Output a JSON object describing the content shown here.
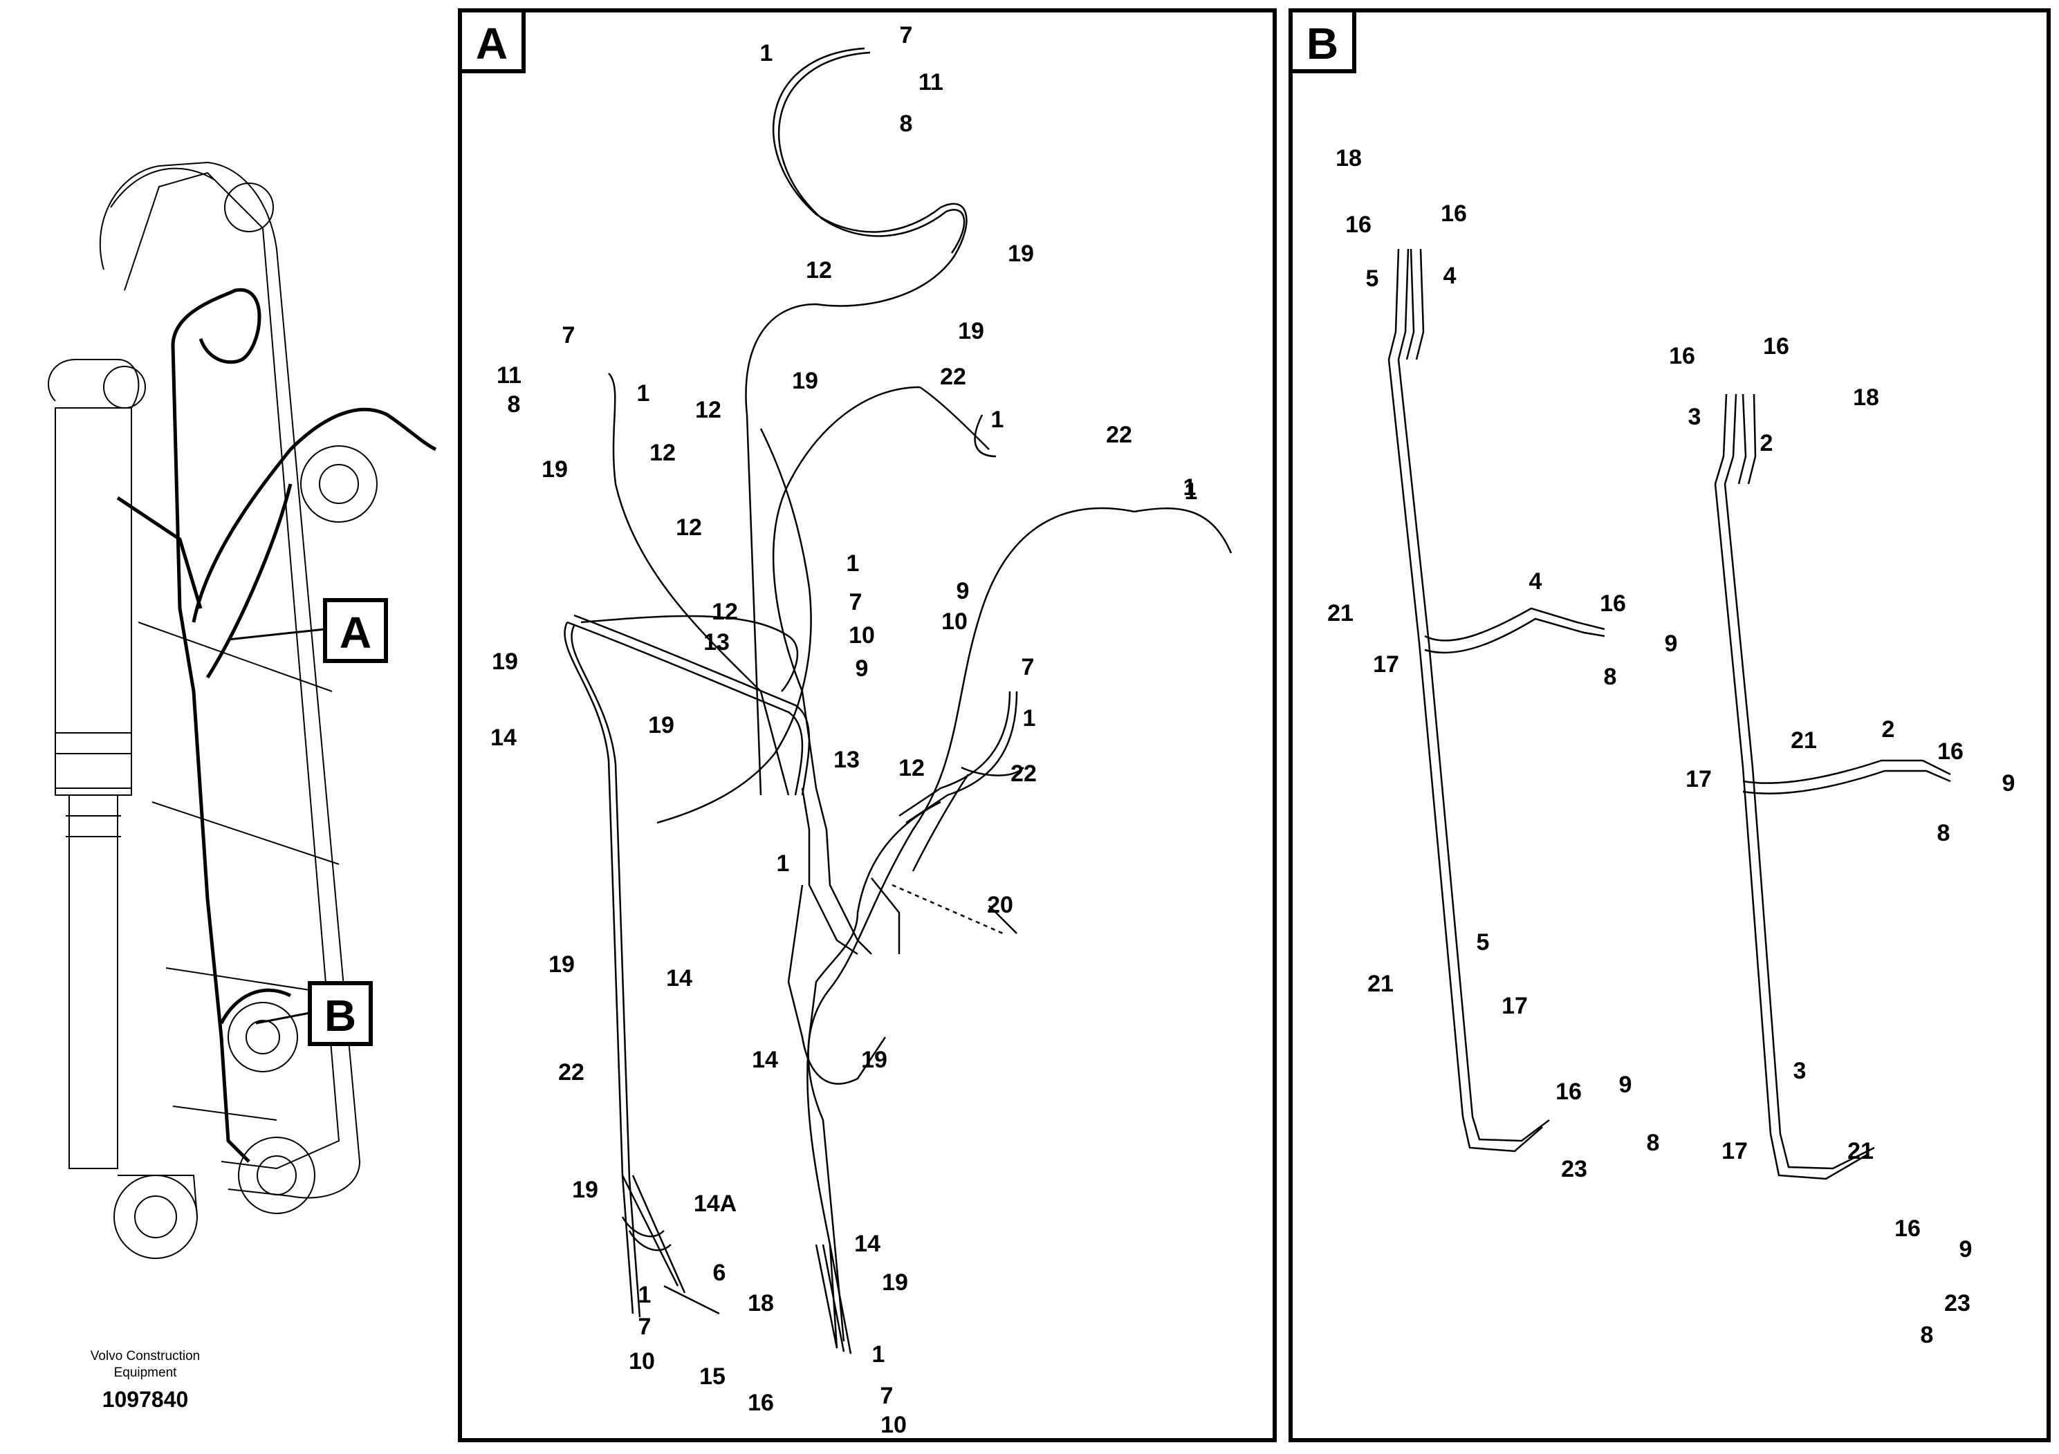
{
  "footer": {
    "brand_line1": "Volvo Construction",
    "brand_line2": "Equipment",
    "doc_number": "1097840"
  },
  "overview": {
    "callout_a": "A",
    "callout_b": "B"
  },
  "panel_a": {
    "title": "A",
    "callouts": [
      "1",
      "7",
      "11",
      "8",
      "19",
      "12",
      "19",
      "22",
      "1",
      "7",
      "11",
      "8",
      "1",
      "19",
      "12",
      "12",
      "19",
      "1",
      "22",
      "1",
      "12",
      "1",
      "7",
      "10",
      "9",
      "9",
      "10",
      "7",
      "1",
      "19",
      "13",
      "19",
      "12",
      "13",
      "12",
      "22",
      "14",
      "1",
      "20",
      "19",
      "14",
      "14",
      "19",
      "22",
      "19",
      "14A",
      "1",
      "6",
      "18",
      "7",
      "10",
      "15",
      "16",
      "14",
      "19",
      "1",
      "7",
      "10"
    ]
  },
  "panel_b": {
    "title": "B",
    "callouts": [
      "18",
      "16",
      "16",
      "5",
      "4",
      "16",
      "16",
      "3",
      "2",
      "18",
      "21",
      "4",
      "16",
      "9",
      "17",
      "8",
      "21",
      "2",
      "16",
      "17",
      "9",
      "8",
      "5",
      "21",
      "17",
      "16",
      "9",
      "23",
      "8",
      "3",
      "17",
      "21",
      "16",
      "9",
      "23",
      "8"
    ]
  }
}
